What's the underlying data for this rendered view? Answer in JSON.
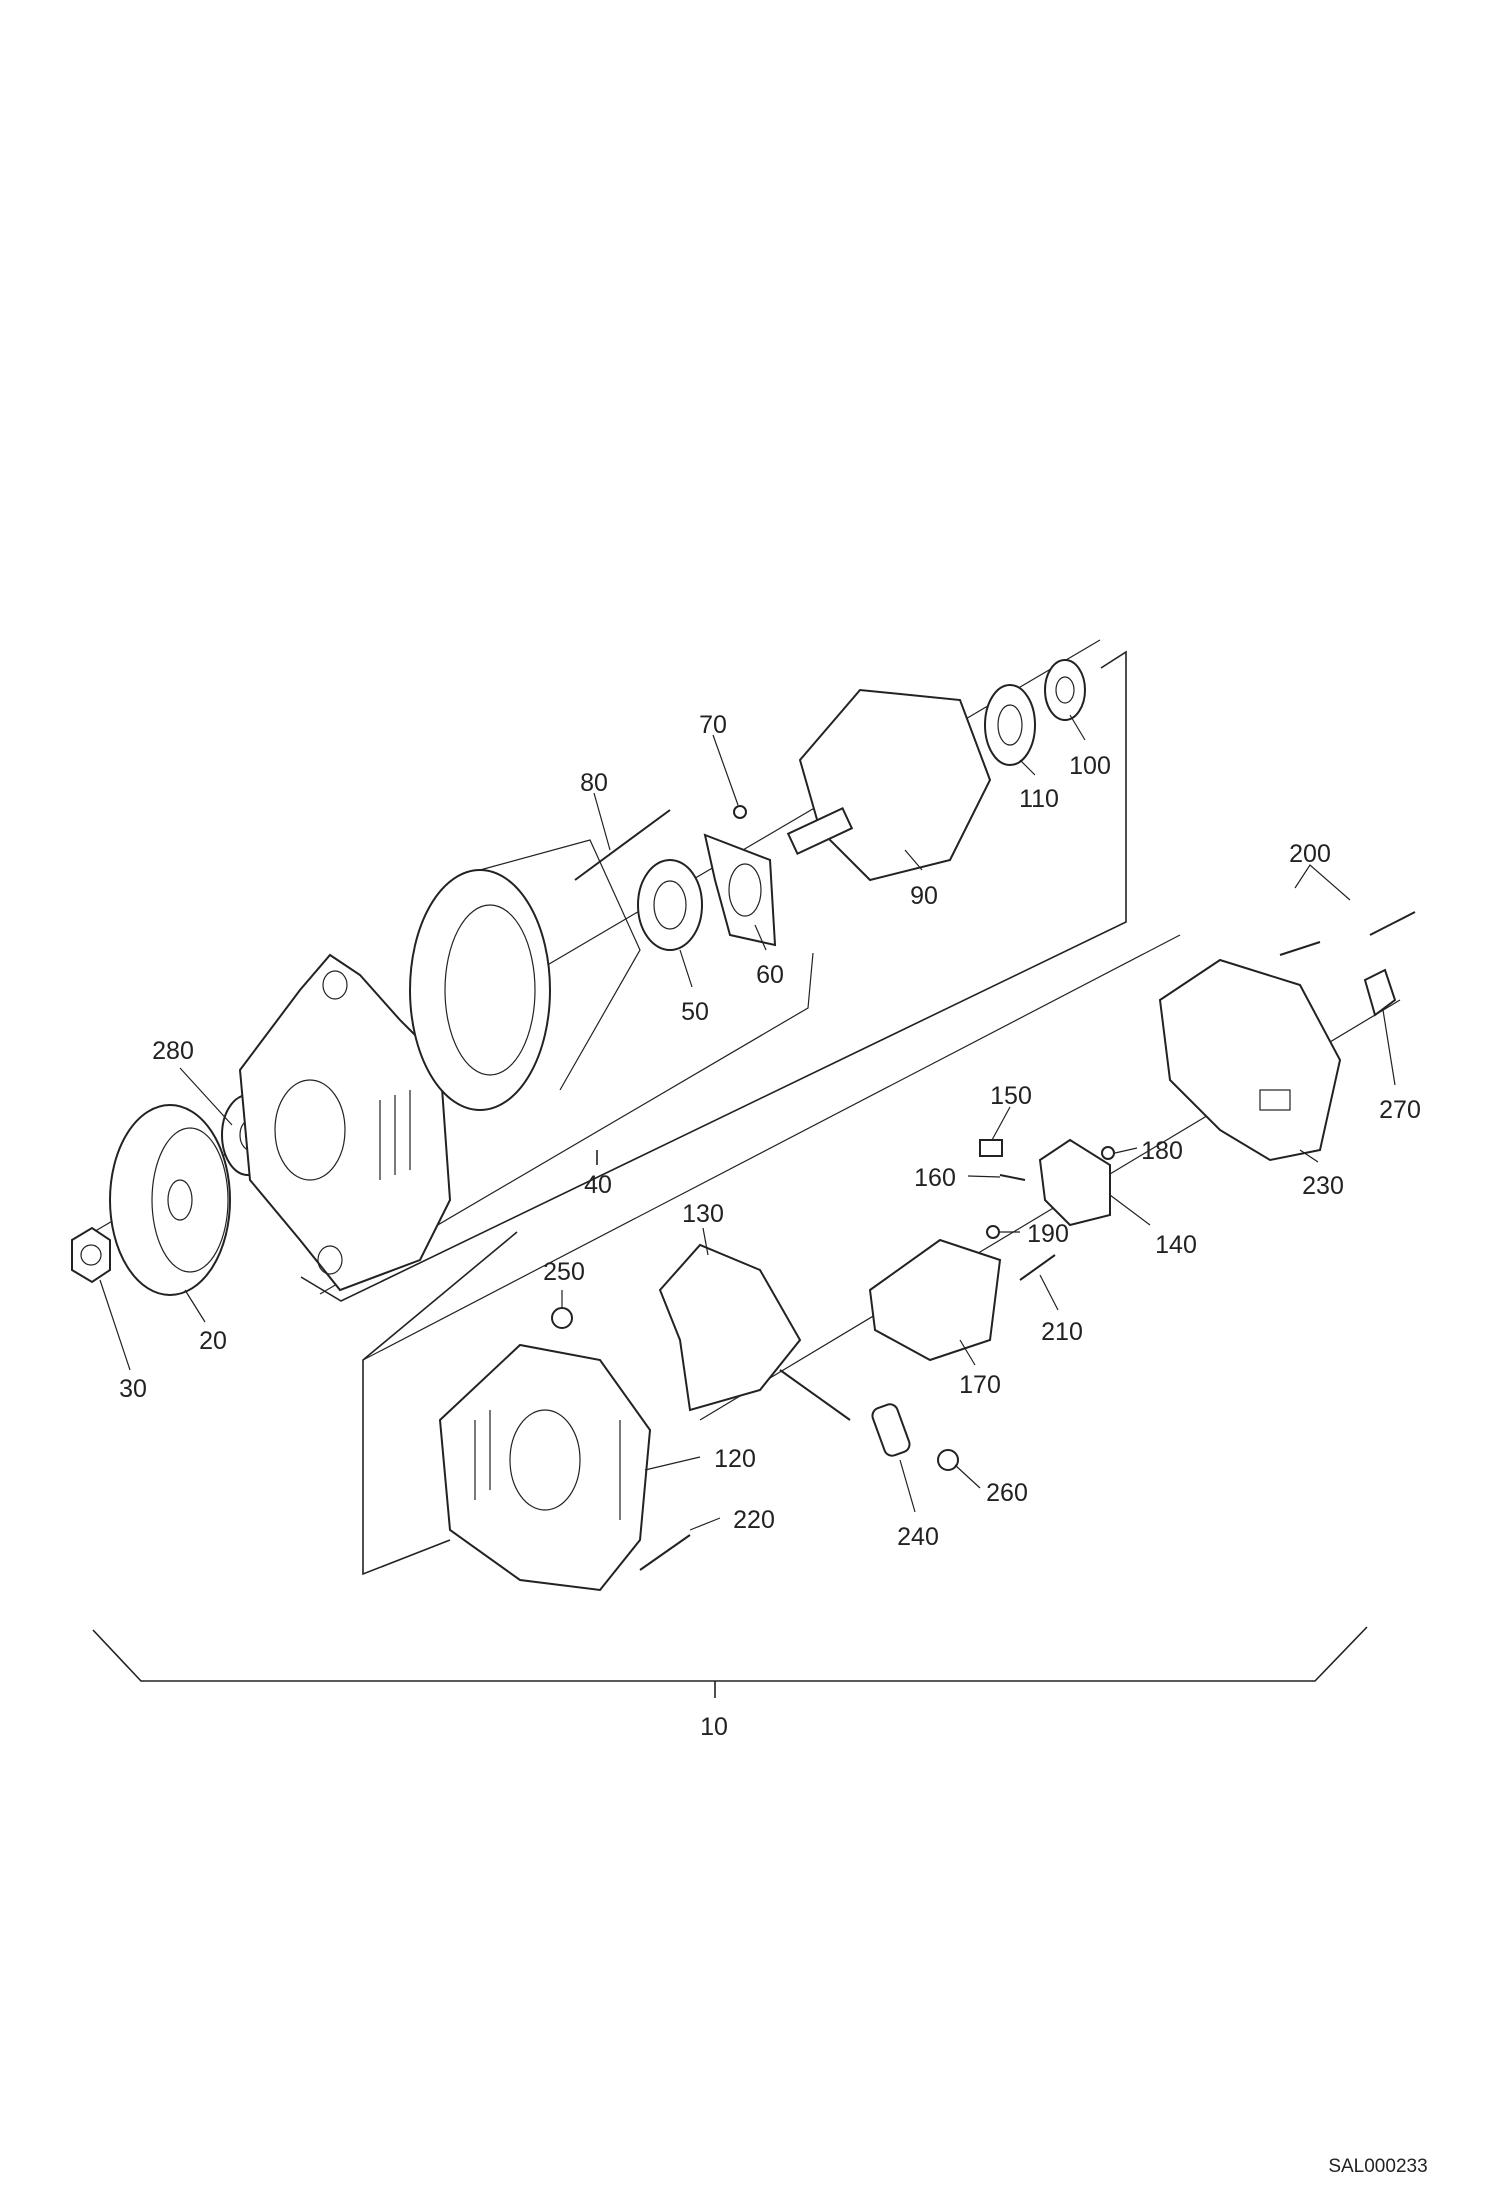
{
  "diagram": {
    "title_code": "SAL000233",
    "callouts": {
      "c10": "10",
      "c20": "20",
      "c30": "30",
      "c40": "40",
      "c50": "50",
      "c60": "60",
      "c70": "70",
      "c80": "80",
      "c90": "90",
      "c100": "100",
      "c110": "110",
      "c120": "120",
      "c130": "130",
      "c140": "140",
      "c150": "150",
      "c160": "160",
      "c170": "170",
      "c180": "180",
      "c190": "190",
      "c200": "200",
      "c210": "210",
      "c220": "220",
      "c230": "230",
      "c240": "240",
      "c250": "250",
      "c260": "260",
      "c270": "270",
      "c280": "280"
    }
  }
}
